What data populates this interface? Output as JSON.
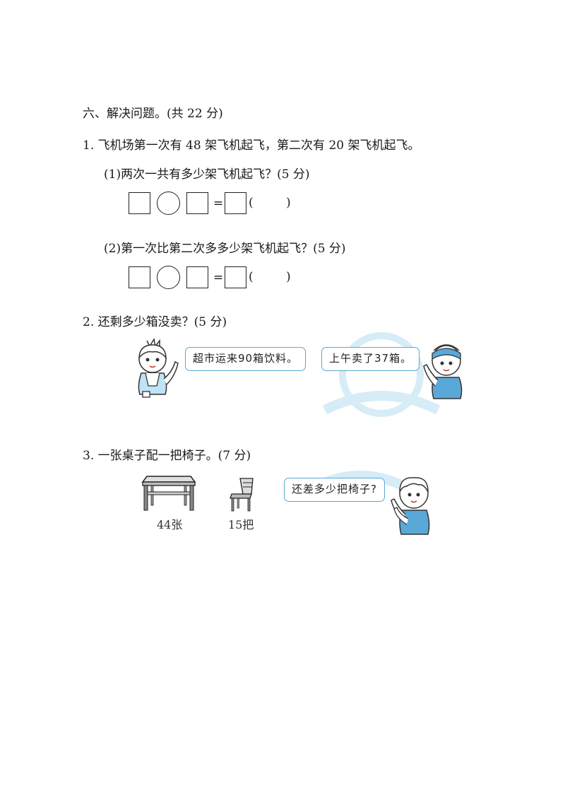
{
  "section": {
    "title": "六、解决问题。(共 22 分)"
  },
  "q1": {
    "stem": "1. 飞机场第一次有 48 架飞机起飞，第二次有 20 架飞机起飞。",
    "sub1": "(1)两次一共有多少架飞机起飞？(5 分)",
    "sub2": "(2)第一次比第二次多多少架飞机起飞？(5 分)",
    "equals": "=",
    "open_paren": "(",
    "close_paren": ")"
  },
  "q2": {
    "stem": "2. 还剩多少箱没卖？(5 分)",
    "bubble_left": "超市运来90箱饮料。",
    "bubble_right": "上午卖了37箱。"
  },
  "q3": {
    "stem": "3. 一张桌子配一把椅子。(7 分)",
    "table_label": "44张",
    "chair_label": "15把",
    "bubble": "还差多少把椅子?"
  },
  "colors": {
    "bubble_border": "#5aa8d8",
    "ink": "#222222",
    "table_fill": "#e0e0e0",
    "watermark": "#d6ecf7"
  }
}
